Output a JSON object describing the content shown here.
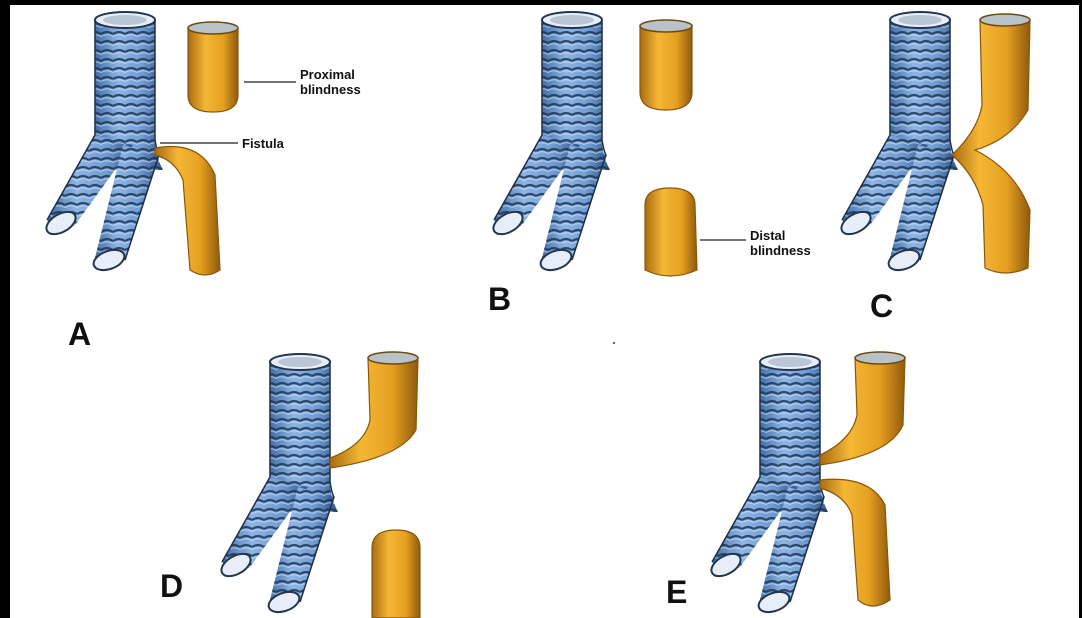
{
  "labels": {
    "proximal_line1": "Proximal",
    "proximal_line2": "blindness",
    "fistula": "Fistula",
    "distal_line1": "Distal",
    "distal_line2": "blindness"
  },
  "panels": [
    "A",
    "B",
    "C",
    "D",
    "E"
  ],
  "colors": {
    "trachea": "#6f9bd3",
    "trachea_ring": "#233a58",
    "esophagus": "#e6a021",
    "esophagus_dark": "#a86c10",
    "frame": "#000000"
  },
  "icons": [
    "trachea-icon",
    "esophagus-icon"
  ]
}
